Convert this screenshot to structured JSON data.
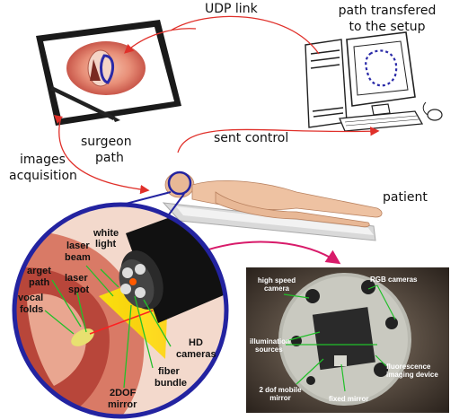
{
  "labels": {
    "udp_link": "UDP link",
    "path_transfered_1": "path transfered",
    "path_transfered_2": "to the setup",
    "surgeon": "surgeon",
    "path": "path",
    "images": "images",
    "acquisition": "acquisition",
    "sent_control": "sent control",
    "patient": "patient"
  },
  "endoscope_callouts": {
    "white": "white",
    "light": "light",
    "laser_beam_1": "laser",
    "laser_beam_2": "beam",
    "target_path_1": "arget",
    "target_path_2": "path",
    "laser_spot_1": "laser",
    "laser_spot_2": "spot",
    "vocal_folds_1": "vocal",
    "vocal_folds_2": "folds",
    "hd_cameras_1": "HD",
    "hd_cameras_2": "cameras",
    "fiber_bundle_1": "fiber",
    "fiber_bundle_2": "bundle",
    "mirror_2dof_1": "2DOF",
    "mirror_2dof_2": "mirror"
  },
  "photo_callouts": {
    "high_speed_1": "high speed",
    "high_speed_2": "camera",
    "rgb_cameras": "RGB cameras",
    "illumination_1": "illumination",
    "illumination_2": "sources",
    "fluorescence_1": "fluorescence",
    "fluorescence_2": "imaging device",
    "mobile_mirror_1": "2 dof mobile",
    "mobile_mirror_2": "mirror",
    "fixed_mirror": "fixed mirror"
  },
  "colors": {
    "arrow_red": "#e0302a",
    "path_blue": "#2a2aa8",
    "circle_blue": "#2323a0",
    "callout_green": "#22c02a",
    "magenta_arrow": "#d81b6a"
  },
  "icons": [
    "tablet-icon",
    "stylus-icon",
    "desktop-computer-icon",
    "monitor-icon",
    "keyboard-icon",
    "mouse-icon",
    "patient-on-bed-icon",
    "endoscope-closeup-icon",
    "device-photo-icon"
  ]
}
